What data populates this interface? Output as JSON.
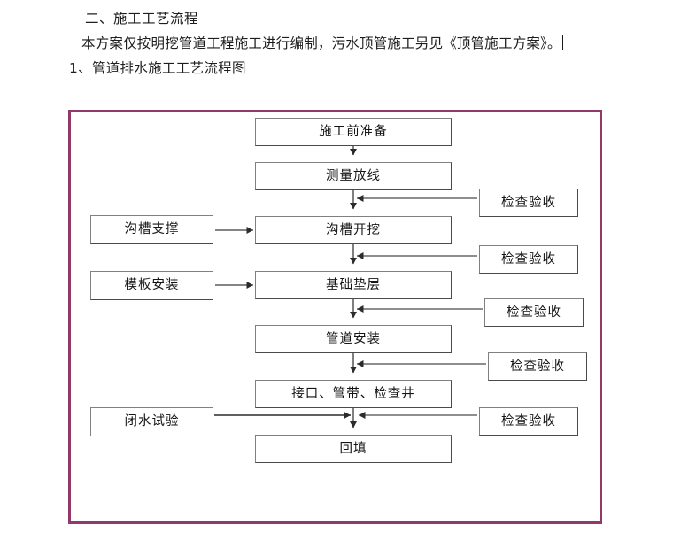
{
  "document": {
    "heading": "二、施工工艺流程",
    "body": "本方案仅按明挖管道工程施工进行编制，污水顶管施工另见《顶管施工方案》。",
    "subheading": "1、管道排水施工工艺流程图"
  },
  "figure": {
    "frame_color": "#93386b",
    "box_border_color": "#808080",
    "connector_color": "#3a3a3a",
    "main_flow": [
      {
        "id": "prep",
        "label": "施工前准备"
      },
      {
        "id": "survey",
        "label": "测量放线"
      },
      {
        "id": "dig",
        "label": "沟槽开挖"
      },
      {
        "id": "base",
        "label": "基础垫层"
      },
      {
        "id": "pipe",
        "label": "管道安装"
      },
      {
        "id": "joint",
        "label": "接口、管带、检查井"
      },
      {
        "id": "fill",
        "label": "回填"
      }
    ],
    "side_inputs": [
      {
        "id": "support",
        "label": "沟槽支撑",
        "target": "沟槽开挖"
      },
      {
        "id": "form",
        "label": "模板安装",
        "target": "基础垫层"
      },
      {
        "id": "water",
        "label": "闭水试验",
        "target": "回填"
      }
    ],
    "inspection_nodes": [
      {
        "id": "check1",
        "label": "检查验收",
        "target": "沟槽开挖"
      },
      {
        "id": "check2",
        "label": "检查验收",
        "target": "基础垫层"
      },
      {
        "id": "check3",
        "label": "检查验收",
        "target": "管道安装"
      },
      {
        "id": "check4",
        "label": "检查验收",
        "target": "接口、管带、检查井"
      },
      {
        "id": "check5",
        "label": "检查验收",
        "target": "回填"
      }
    ]
  }
}
